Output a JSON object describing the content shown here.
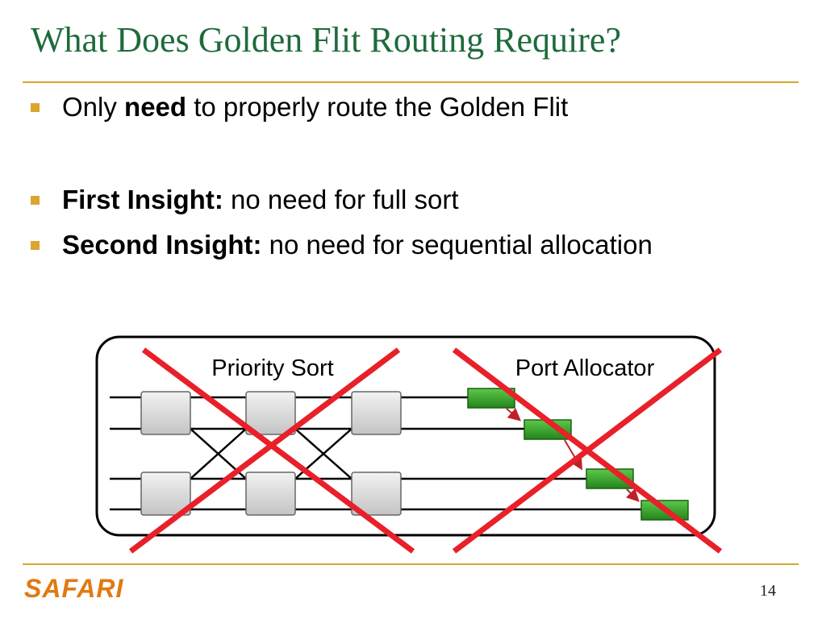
{
  "slide": {
    "title": "What Does Golden Flit Routing Require?",
    "bullets": [
      {
        "lead": "Only ",
        "bold": "need",
        "rest": " to properly route the Golden Flit"
      },
      {
        "bold": "First Insight:",
        "rest": " no need for full sort"
      },
      {
        "bold": "Second Insight:",
        "rest": " no need for sequential allocation"
      }
    ],
    "diagram": {
      "left_label": "Priority Sort",
      "right_label": "Port Allocator"
    },
    "footer": {
      "logo": "SAFARI",
      "page_number": "14"
    }
  },
  "colors": {
    "title": "#1e6b3c",
    "rule": "#d9a62e",
    "cross": "#e8202a",
    "allocator_block": "#3aa52e",
    "logo": "#e07a12"
  }
}
